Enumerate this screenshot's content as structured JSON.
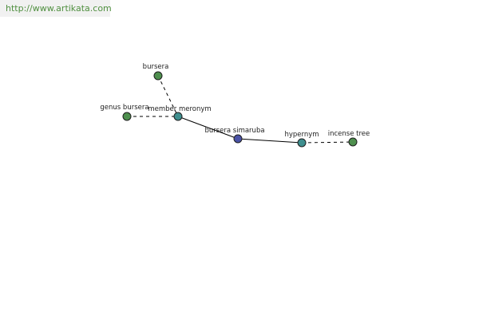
{
  "watermark": {
    "text": "http://www.artikata.com"
  },
  "graph": {
    "colors": {
      "green_node": "#4e8f4e",
      "teal_node": "#3f8f8f",
      "center_node": "#4a52a6"
    },
    "nodes": [
      {
        "id": "bursera",
        "label": "bursera",
        "color": "green"
      },
      {
        "id": "genus-bursera",
        "label": "genus bursera",
        "color": "green"
      },
      {
        "id": "member-meronym",
        "label": "member meronym",
        "color": "teal"
      },
      {
        "id": "bursera-simaruba",
        "label": "bursera simaruba",
        "color": "center"
      },
      {
        "id": "hypernym",
        "label": "hypernym",
        "color": "teal"
      },
      {
        "id": "incense-tree",
        "label": "incense tree",
        "color": "green"
      }
    ],
    "edges": [
      {
        "from": "bursera",
        "to": "member-meronym",
        "style": "dashed"
      },
      {
        "from": "genus-bursera",
        "to": "member-meronym",
        "style": "dashed"
      },
      {
        "from": "member-meronym",
        "to": "bursera-simaruba",
        "style": "solid"
      },
      {
        "from": "bursera-simaruba",
        "to": "hypernym",
        "style": "solid"
      },
      {
        "from": "hypernym",
        "to": "incense-tree",
        "style": "dashed"
      }
    ]
  }
}
